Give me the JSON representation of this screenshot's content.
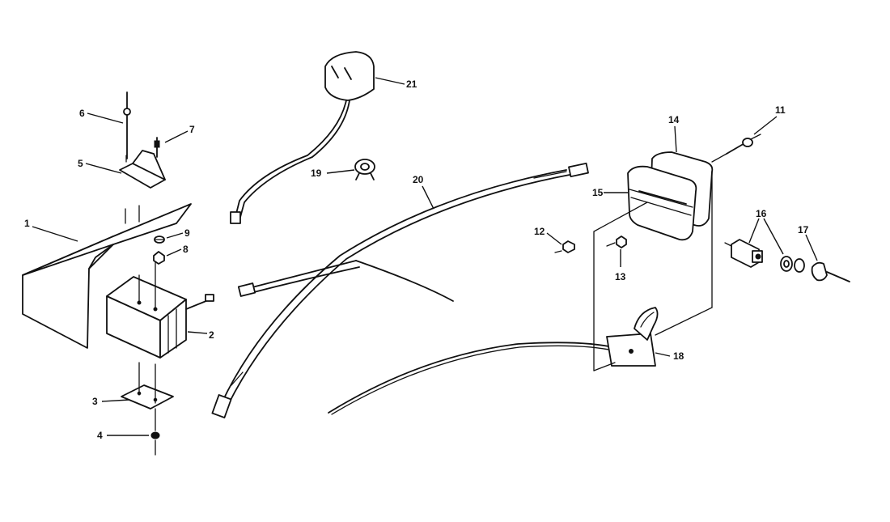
{
  "labels": {
    "p1": "1",
    "p2": "2",
    "p3": "3",
    "p4": "4",
    "p5": "5",
    "p6": "6",
    "p7": "7",
    "p8": "8",
    "p9": "9",
    "p11": "11",
    "p12": "12",
    "p13": "13",
    "p14": "14",
    "p15": "15",
    "p16": "16",
    "p17": "17",
    "p18": "18",
    "p19": "19",
    "p20": "20",
    "p21": "21"
  },
  "colors": {
    "ink": "#111111",
    "paper": "#ffffff"
  }
}
